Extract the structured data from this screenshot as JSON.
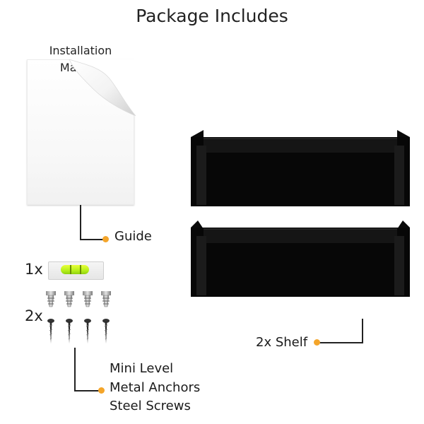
{
  "title": "Package Includes",
  "manual": {
    "line1": "Installation",
    "line2": "Manual"
  },
  "guide_label": "Guide",
  "level_qty": "1x",
  "hardware_qty": "2x",
  "hardware_labels": [
    "Mini Level",
    "Metal Anchors",
    "Steel Screws"
  ],
  "shelf_label": "2x Shelf",
  "colors": {
    "accent": "#f4a52a",
    "shelf": "#0a0a0a",
    "level_vial": "#b6f01a"
  }
}
